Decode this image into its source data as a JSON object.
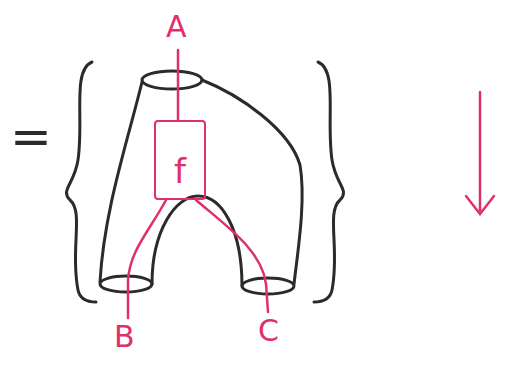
{
  "diagram": {
    "nodes": [
      {
        "text": [
          "f"
        ]
      }
    ],
    "labels": [
      "=",
      "A",
      "B",
      "C"
    ]
  }
}
